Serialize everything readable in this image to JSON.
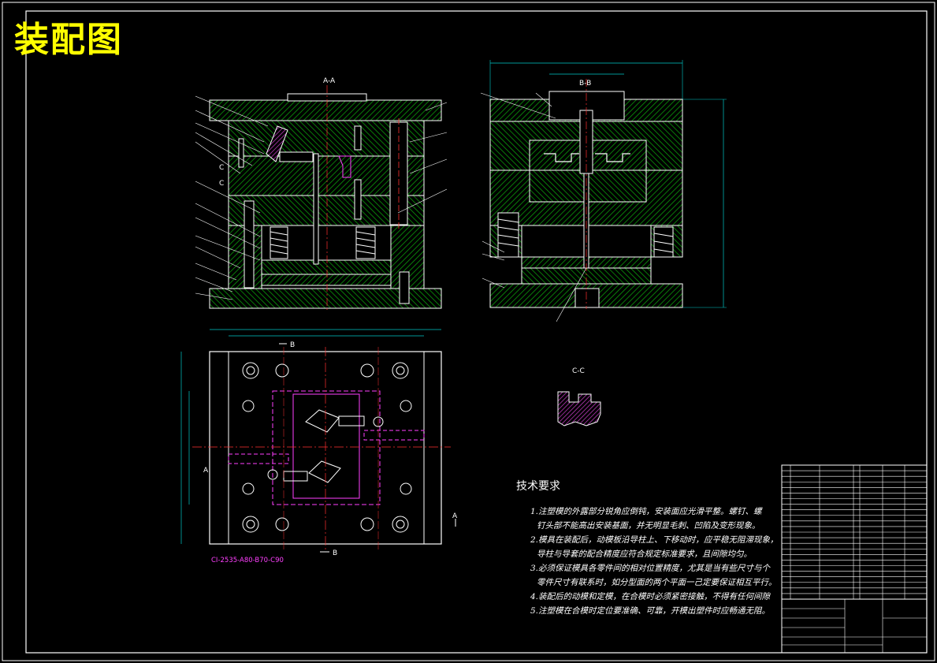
{
  "drawing": {
    "title": "装配图",
    "views": {
      "section_aa": "A-A",
      "section_bb": "B-B",
      "section_cc": "C-C",
      "marker_c": "C",
      "marker_a": "A",
      "marker_b": "B",
      "plan_code": "CI-2535-A80-B70-C90"
    },
    "tech_requirements": {
      "title": "技术要求",
      "lines": [
        "1.注塑模的外露部分锐角应倒钝，安装面应光滑平整。螺钉、螺",
        "钉头部不能高出安装基面，并无明显毛刺、凹陷及变形现象。",
        "2.模具在装配后，动模板沿导柱上、下移动时，应平稳无阻滞现象，",
        "导柱与导套的配合精度应符合规定标准要求，且间隙均匀。",
        "3.必须保证模具各零件间的相对位置精度，尤其是当有些尺寸与个",
        "零件尺寸有联系时，如分型面的两个平面一己定要保证相互平行。",
        "4.装配后的动模和定模，在合模时必须紧密接触，不得有任何间隙",
        "5.注塑模在合模时定位要准确、可靠，开模出塑件时应畅通无阻。"
      ]
    },
    "colors": {
      "frame": "#ffffff",
      "hatch": "#00a000",
      "outline": "#ffffff",
      "hidden": "#ff40ff",
      "center": "#ff3030",
      "dimension": "#00c8c8",
      "title": "#ffff00"
    }
  }
}
